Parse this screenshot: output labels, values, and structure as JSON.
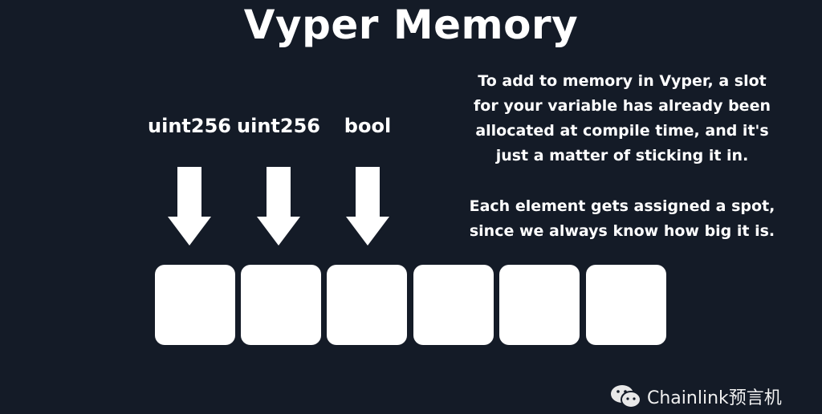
{
  "title": "Vyper Memory",
  "labels": [
    "uint256",
    "uint256",
    "bool"
  ],
  "slot_count": 6,
  "description": {
    "p1": [
      "To add to memory in Vyper, a slot",
      "for your variable has already been",
      "allocated at compile time, and it's",
      "just a matter of sticking it in."
    ],
    "p2": [
      "Each element gets assigned a spot,",
      "since we always know how big it is."
    ]
  },
  "watermark": "Chainlink预言机"
}
